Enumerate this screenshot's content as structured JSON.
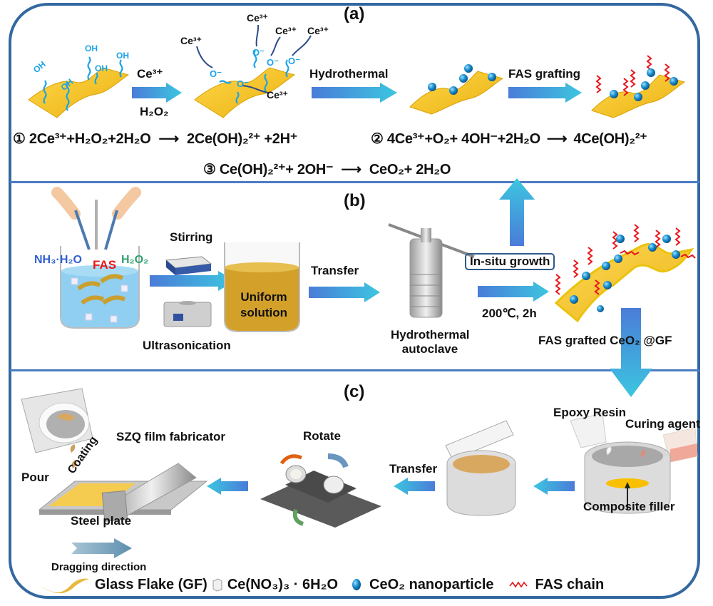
{
  "panels": {
    "a": {
      "label": "(a)",
      "step1": {
        "reagent_top": "Ce³⁺",
        "reagent_bottom": "H₂O₂"
      },
      "step2": {
        "label": "Hydrothermal"
      },
      "step3": {
        "label": "FAS grafting"
      },
      "oh_labels": [
        "OH",
        "OH",
        "OH",
        "OH",
        "OH"
      ],
      "ce_labels": [
        "Ce³⁺",
        "Ce³⁺",
        "Ce³⁺",
        "Ce³⁺",
        "Ce³⁺"
      ],
      "o_label": "O⁻",
      "equations": [
        {
          "num": "①",
          "lhs": "2Ce³⁺+H₂O₂+2H₂O",
          "rhs": "2Ce(OH)₂²⁺ +2H⁺"
        },
        {
          "num": "②",
          "lhs": "4Ce³⁺+O₂+ 4OH⁻+2H₂O",
          "rhs": "4Ce(OH)₂²⁺"
        },
        {
          "num": "③",
          "lhs": "Ce(OH)₂²⁺+ 2OH⁻",
          "rhs": "CeO₂+ 2H₂O"
        }
      ]
    },
    "b": {
      "label": "(b)",
      "reagents": {
        "ammonia": "NH₃·H₂O",
        "fas": "FAS",
        "peroxide": "H₂O₂"
      },
      "stirring": "Stirring",
      "ultrasonication": "Ultrasonication",
      "uniform_solution_line1": "Uniform",
      "uniform_solution_line2": "solution",
      "transfer": "Transfer",
      "autoclave_line1": "Hydrothermal",
      "autoclave_line2": "autoclave",
      "in_situ": "In-situ growth",
      "conditions": "200℃, 2h",
      "product": "FAS grafted CeO₂ @GF"
    },
    "c": {
      "label": "(c)",
      "epoxy_resin": "Epoxy Resin",
      "curing_agent": "Curing agent",
      "composite_filler": "Composite filler",
      "transfer": "Transfer",
      "rotate": "Rotate",
      "szq": "SZQ film fabricator",
      "pour": "Pour",
      "coating": "Coating",
      "steel_plate": "Steel plate",
      "dragging": "Dragging direction"
    }
  },
  "legend": [
    {
      "icon": "glass-flake-icon",
      "label": "Glass Flake (GF)"
    },
    {
      "icon": "cerium-nitrate-cube-icon",
      "label": "Ce(NO₃)₃ · 6H₂O"
    },
    {
      "icon": "ceo2-nanoparticle-icon",
      "label": "CeO₂ nanoparticle"
    },
    {
      "icon": "fas-chain-icon",
      "label": "FAS chain"
    }
  ],
  "colors": {
    "frame": "#3468a0",
    "flake": "#f5c518",
    "oh_chain": "#1aa3e8",
    "fas_chain": "#e8141a",
    "nanoparticle": "#1a8fd0",
    "arrow_start": "#4a7cd8",
    "arrow_end": "#3cc0e0"
  }
}
